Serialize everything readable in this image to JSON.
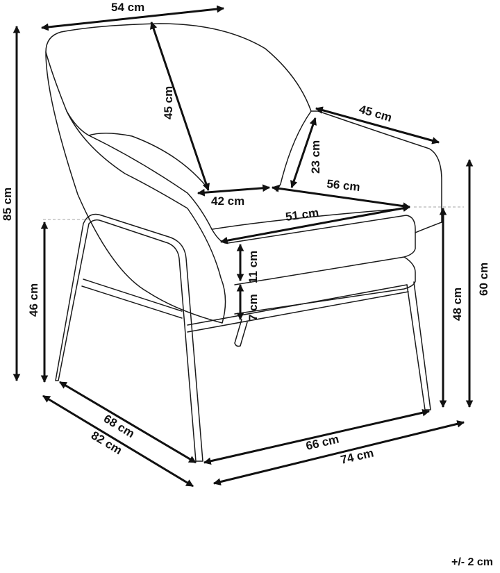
{
  "dimensions": {
    "top_width": "54 cm",
    "back_height": "45 cm",
    "arm_length": "45 cm",
    "arm_height": "23 cm",
    "seat_depth_inner": "42 cm",
    "seat_width_inner": "56 cm",
    "seat_width_front": "51 cm",
    "cushion_thickness": "11 cm",
    "base_thickness": "7 cm",
    "total_height": "85 cm",
    "seat_height": "46 cm",
    "arm_height_total": "48 cm",
    "arm_top_height": "60 cm",
    "leg_depth": "68 cm",
    "total_depth": "82 cm",
    "leg_width": "66 cm",
    "total_width": "74 cm"
  },
  "tolerance": "+/- 2 cm"
}
